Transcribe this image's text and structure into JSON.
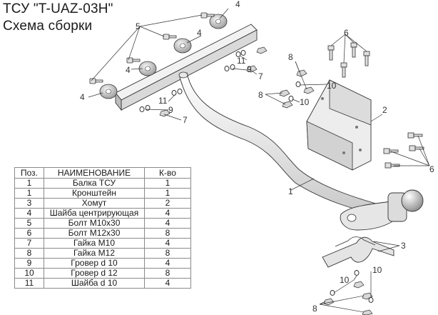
{
  "title_line1": "ТСУ \"T-UAZ-03H\"",
  "title_line2": "Схема сборки",
  "callouts": {
    "bolt_m10": "5",
    "washer_center_a": "4",
    "washer_center_b": "4",
    "washer_center_c": "4",
    "washer_center_d": "4",
    "bolts_m12_top": "6",
    "bolts_m12_side": "6",
    "grover_10_a": "11",
    "grover_10_b": "9",
    "nut_m10_a": "7",
    "grover_10_c": "11",
    "grover_10_d": "9",
    "nut_m10_b": "7",
    "nut_m12_a": "8",
    "grover_12_a": "10",
    "nut_m12_b": "8",
    "grover_12_b": "10",
    "bracket": "2",
    "beam": "1",
    "clamp": "3",
    "grover_12_c": "10",
    "grover_12_d": "10",
    "nut_m12_c": "8"
  },
  "parts_table": {
    "headers": [
      "Поз.",
      "НАИМЕНОВАНИЕ",
      "К-во"
    ],
    "rows": [
      [
        "1",
        "Балка ТСУ",
        "1"
      ],
      [
        "1",
        "Кронштейн",
        "1"
      ],
      [
        "3",
        "Хомут",
        "2"
      ],
      [
        "4",
        "Шайба центрирующая",
        "4"
      ],
      [
        "5",
        "Болт М10х30",
        "4"
      ],
      [
        "6",
        "Болт М12х30",
        "8"
      ],
      [
        "7",
        "Гайка  М10",
        "4"
      ],
      [
        "8",
        "Гайка М12",
        "8"
      ],
      [
        "9",
        "Гровер d 10",
        "4"
      ],
      [
        "10",
        "Гровер d 12",
        "8"
      ],
      [
        "11",
        "Шайба d 10",
        "4"
      ]
    ]
  }
}
